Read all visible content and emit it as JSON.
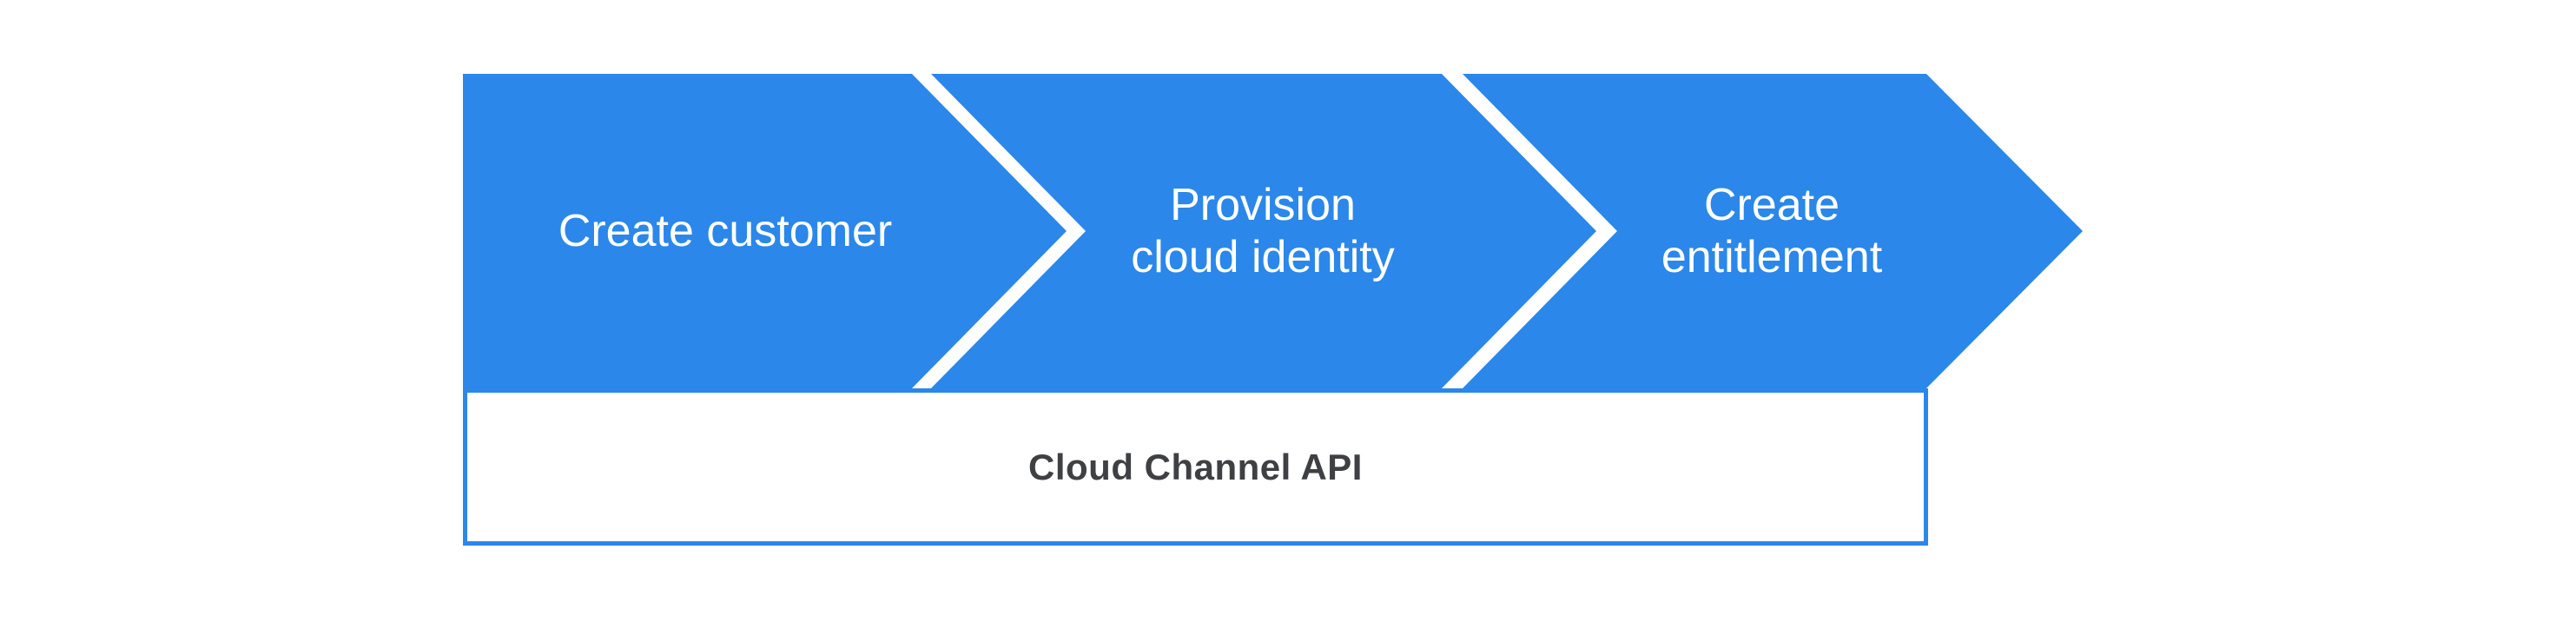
{
  "colors": {
    "background": "#ffffff",
    "arrow": "#2b87ea",
    "box_border": "#2b87ea",
    "step_text": "#ffffff",
    "api_text": "#3f4043"
  },
  "flow": {
    "steps": [
      {
        "id": "create-customer",
        "label": "Create customer"
      },
      {
        "id": "provision-cloud-identity",
        "label": "Provision\ncloud identity"
      },
      {
        "id": "create-entitlement",
        "label": "Create\nentitlement"
      }
    ]
  },
  "api_box": {
    "label": "Cloud Channel API"
  }
}
